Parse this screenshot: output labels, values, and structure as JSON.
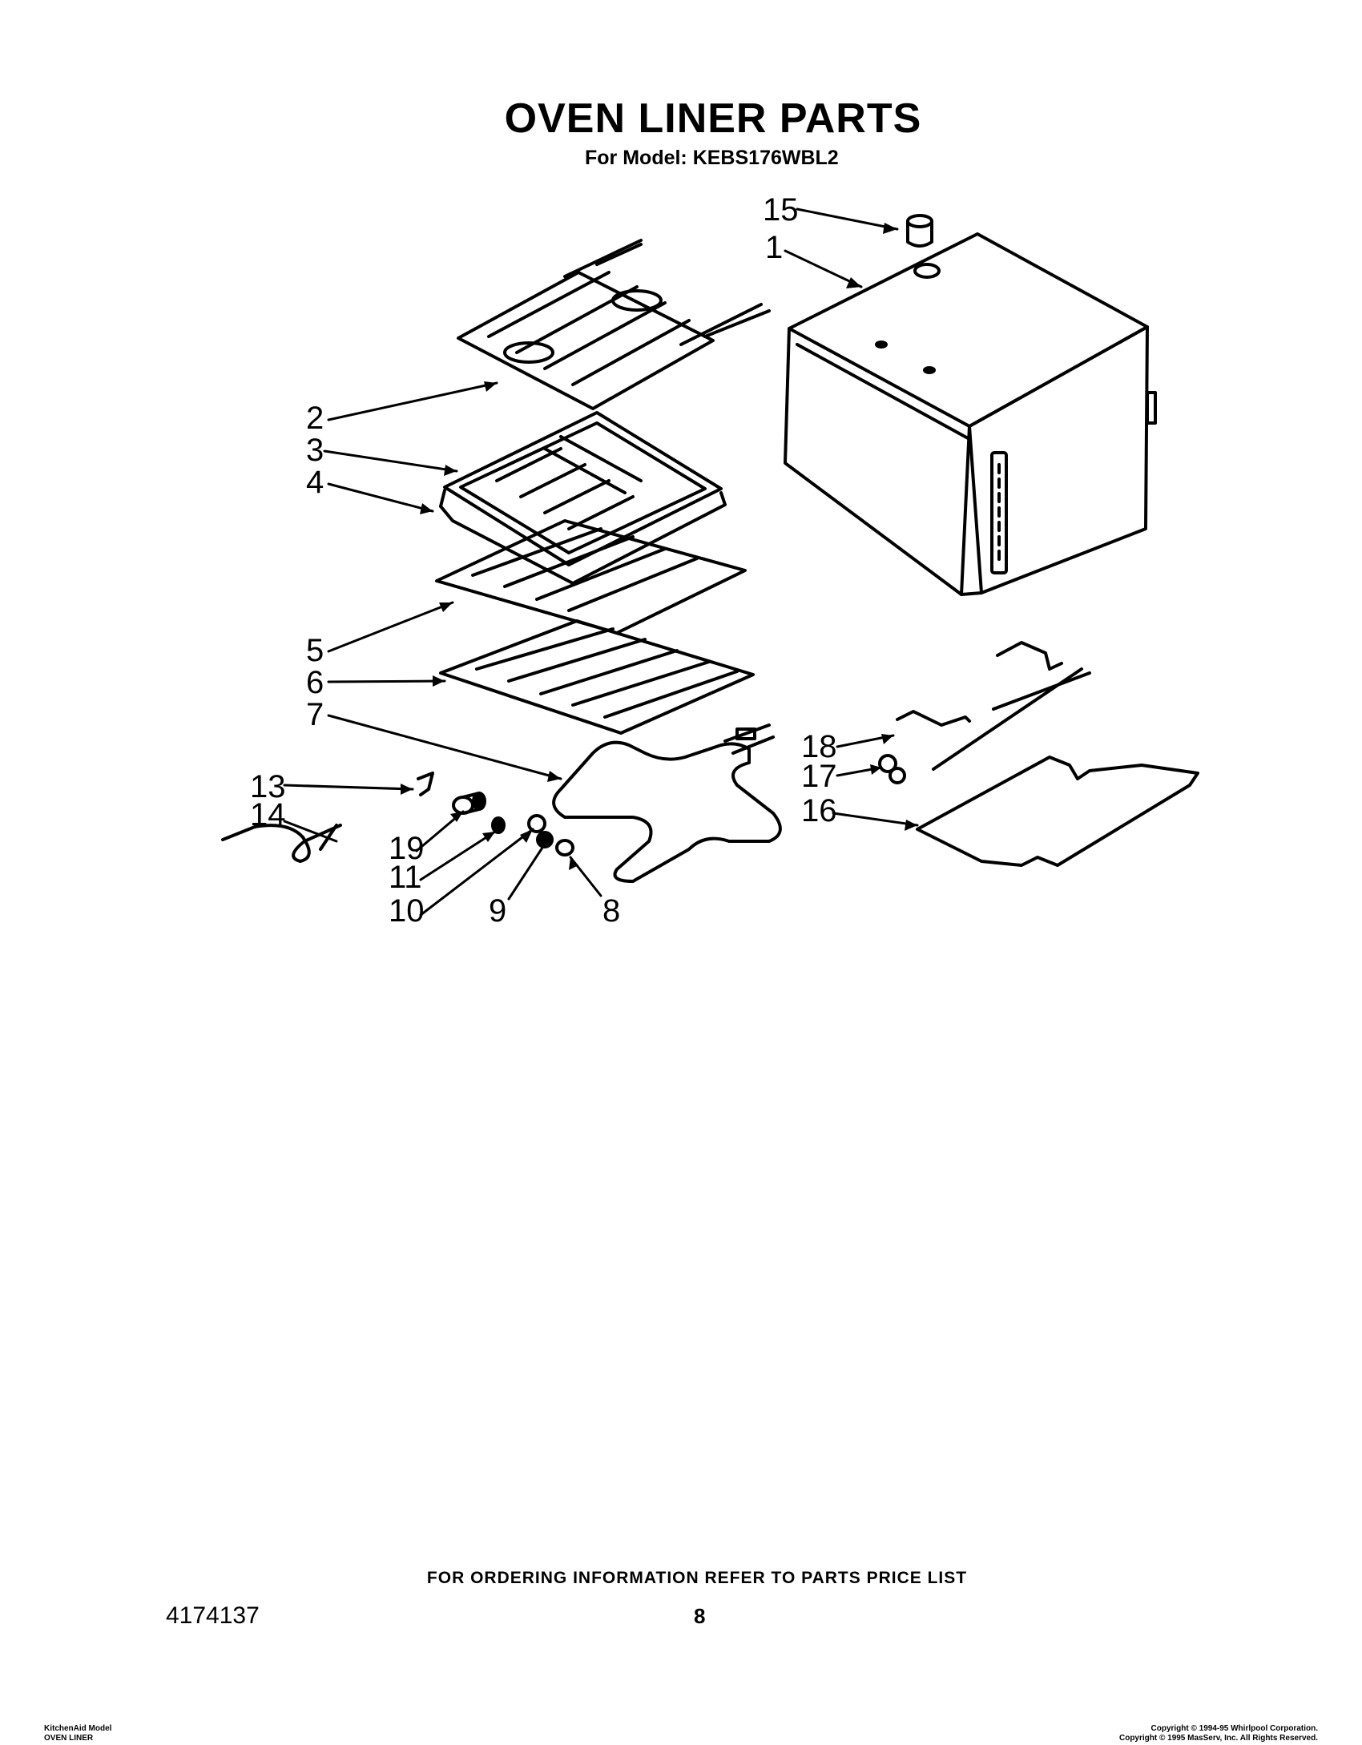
{
  "header": {
    "title": "OVEN LINER PARTS",
    "subtitle": "For Model: KEBS176WBL2"
  },
  "callouts": [
    "1",
    "2",
    "3",
    "4",
    "5",
    "6",
    "7",
    "8",
    "9",
    "10",
    "11",
    "13",
    "14",
    "15",
    "16",
    "17",
    "18",
    "19"
  ],
  "footer": {
    "order_note": "FOR ORDERING INFORMATION REFER TO PARTS PRICE LIST",
    "doc_number": "4174137",
    "page_number": "8",
    "left_line1": "KitchenAid Model",
    "left_line2": "OVEN LINER",
    "copyright1": "Copyright © 1994-95 Whirlpool Corporation.",
    "copyright2": "Copyright © 1995 MasServ, Inc.  All Rights Reserved."
  }
}
